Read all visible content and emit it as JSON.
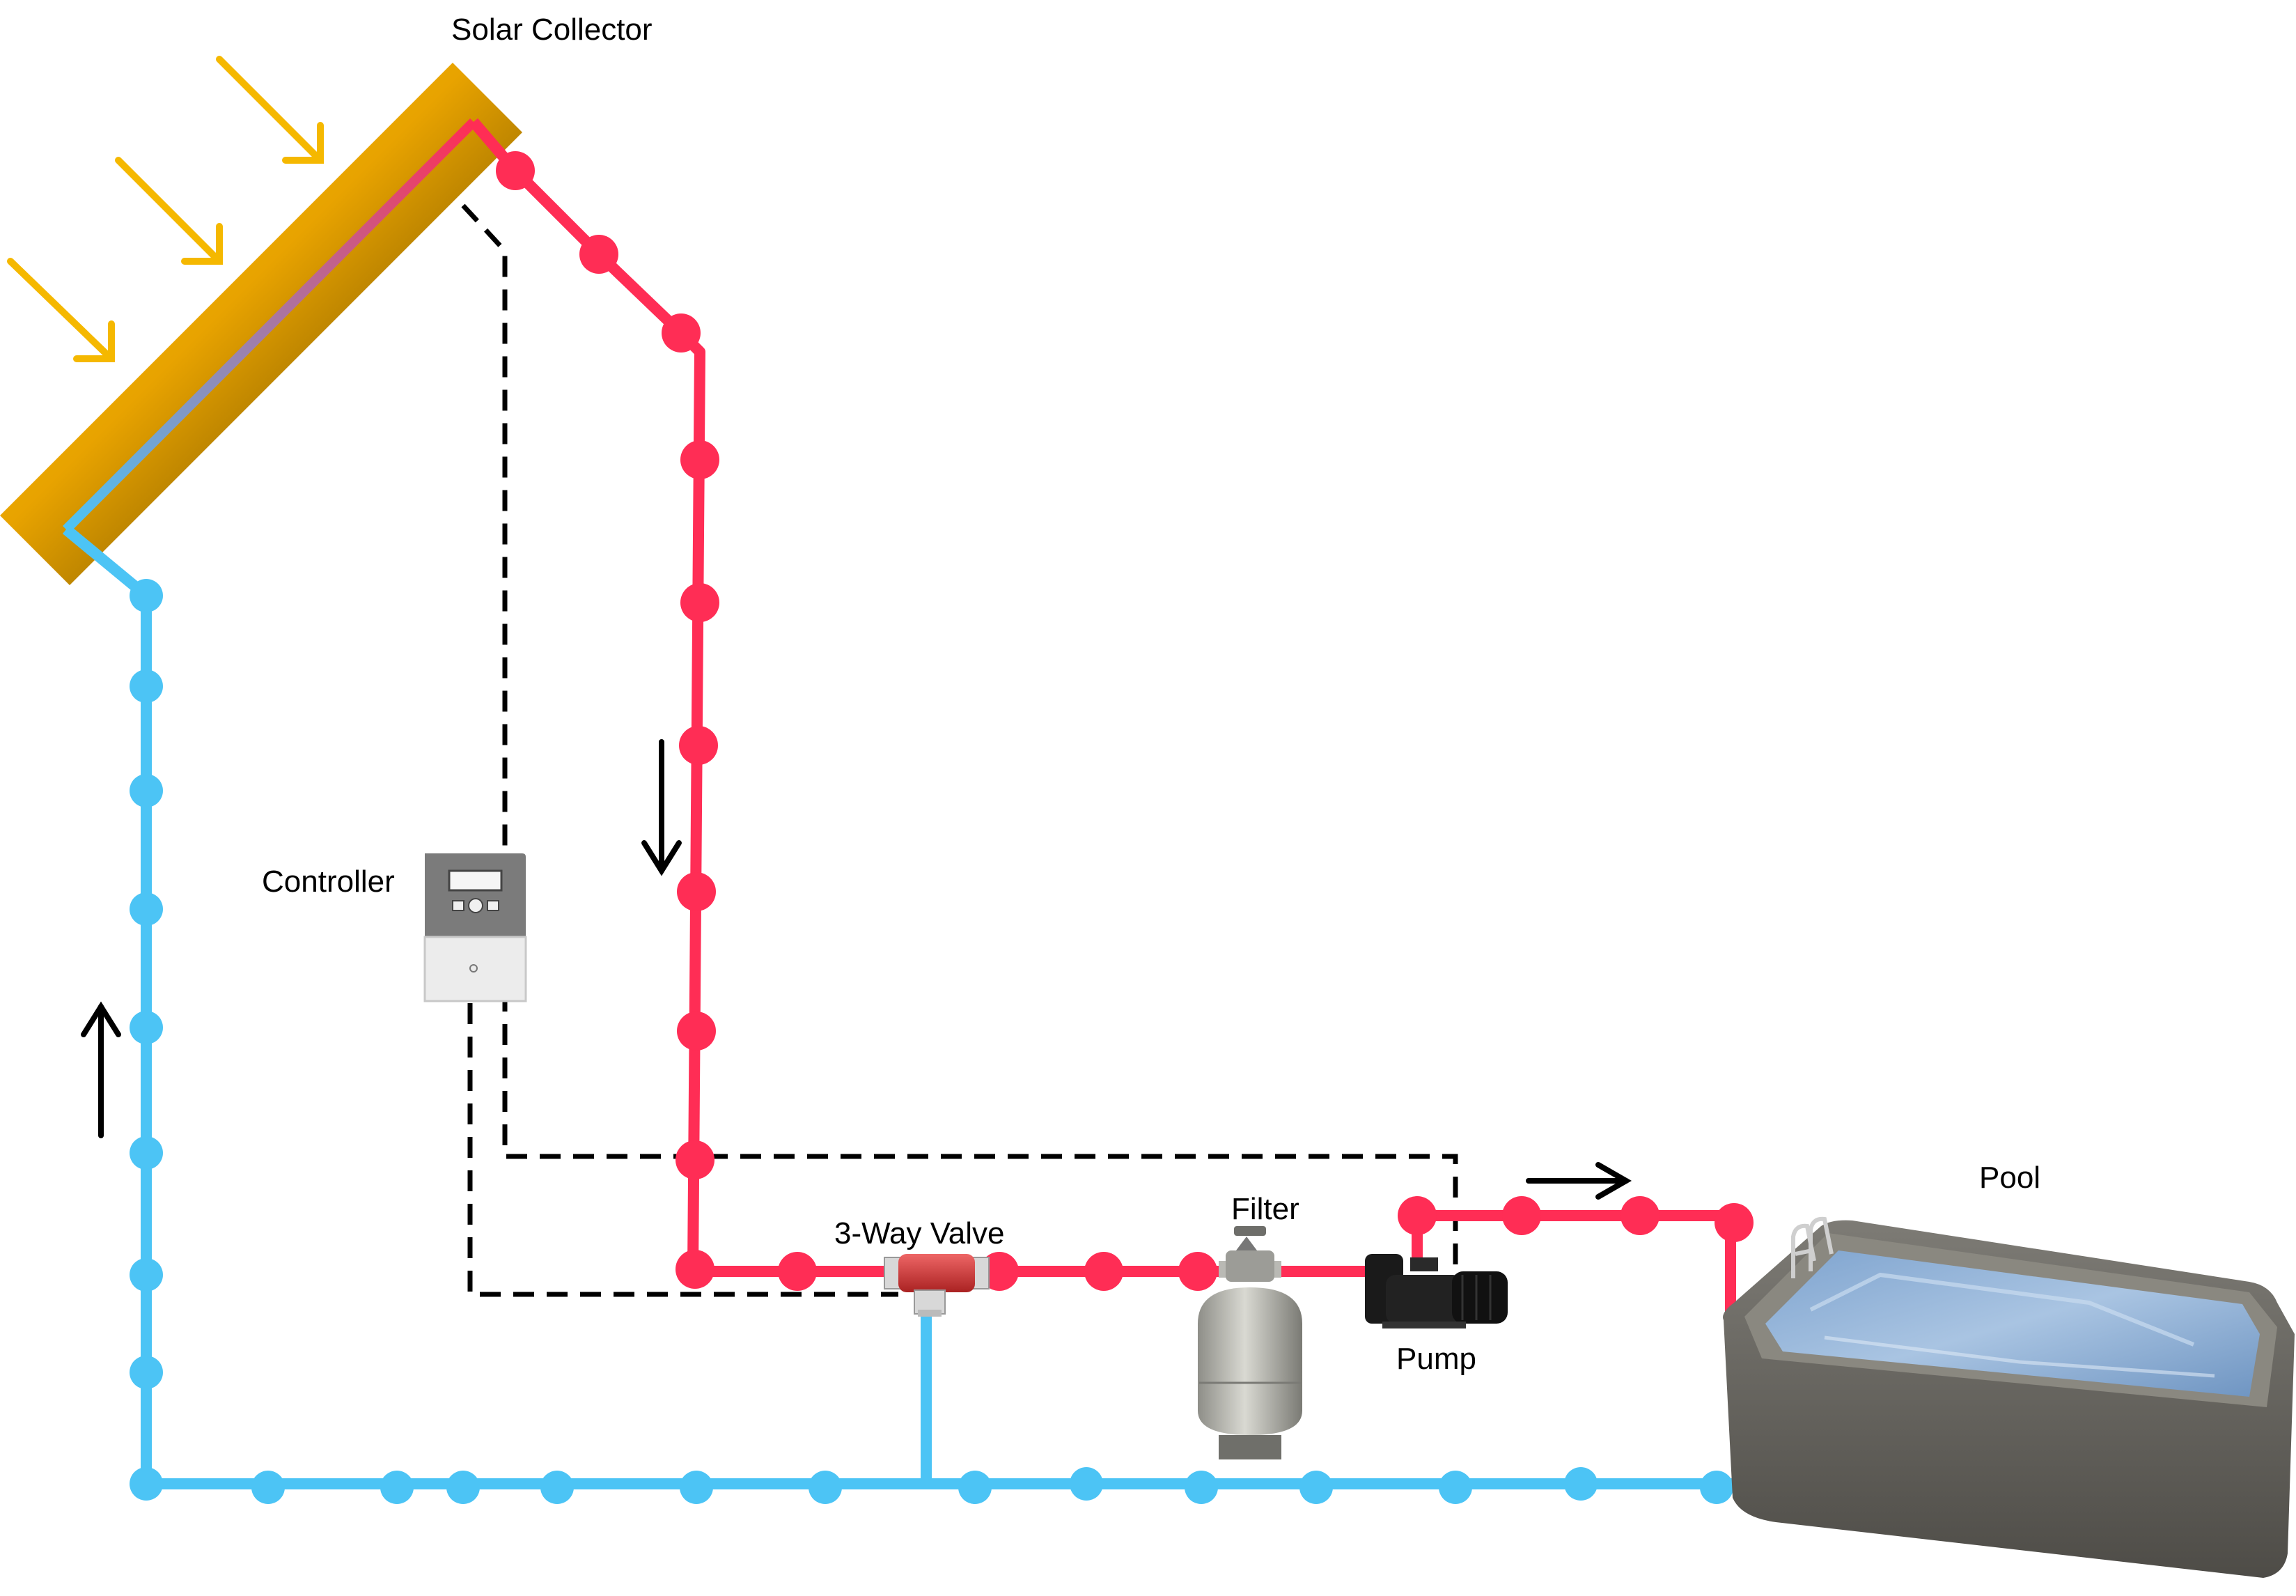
{
  "labels": {
    "solar_collector": "Solar Collector",
    "controller": "Controller",
    "three_way_valve": "3-Way Valve",
    "filter": "Filter",
    "pump": "Pump",
    "pool": "Pool"
  },
  "colors": {
    "hot_pipe": "#ff2d55",
    "cold_pipe": "#4cc4f5",
    "collector_gold": "#f5b800",
    "sun_arrow": "#f5b800",
    "control_wire": "#000000",
    "flow_arrow": "#000000"
  }
}
